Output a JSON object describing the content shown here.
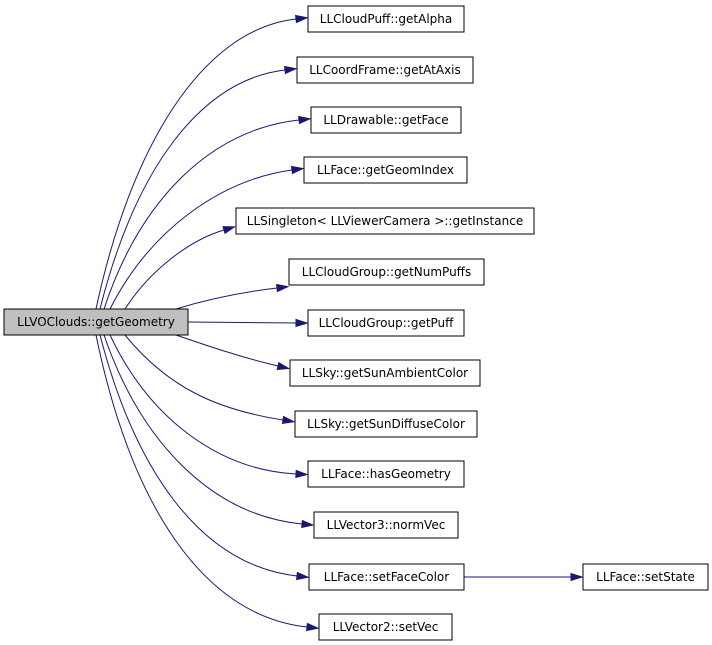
{
  "diagram": {
    "root": {
      "id": "root",
      "label": "LLVOClouds::getGeometry"
    },
    "nodes": [
      {
        "id": "n1",
        "label": "LLCloudPuff::getAlpha"
      },
      {
        "id": "n2",
        "label": "LLCoordFrame::getAtAxis"
      },
      {
        "id": "n3",
        "label": "LLDrawable::getFace"
      },
      {
        "id": "n4",
        "label": "LLFace::getGeomIndex"
      },
      {
        "id": "n5",
        "label": "LLSingleton< LLViewerCamera >::getInstance"
      },
      {
        "id": "n6",
        "label": "LLCloudGroup::getNumPuffs"
      },
      {
        "id": "n7",
        "label": "LLCloudGroup::getPuff"
      },
      {
        "id": "n8",
        "label": "LLSky::getSunAmbientColor"
      },
      {
        "id": "n9",
        "label": "LLSky::getSunDiffuseColor"
      },
      {
        "id": "n10",
        "label": "LLFace::hasGeometry"
      },
      {
        "id": "n11",
        "label": "LLVector3::normVec"
      },
      {
        "id": "n12",
        "label": "LLFace::setFaceColor"
      },
      {
        "id": "n13",
        "label": "LLVector2::setVec"
      },
      {
        "id": "n14",
        "label": "LLFace::setState"
      }
    ],
    "edges": [
      {
        "from": "root",
        "to": "n1"
      },
      {
        "from": "root",
        "to": "n2"
      },
      {
        "from": "root",
        "to": "n3"
      },
      {
        "from": "root",
        "to": "n4"
      },
      {
        "from": "root",
        "to": "n5"
      },
      {
        "from": "root",
        "to": "n6"
      },
      {
        "from": "root",
        "to": "n7"
      },
      {
        "from": "root",
        "to": "n8"
      },
      {
        "from": "root",
        "to": "n9"
      },
      {
        "from": "root",
        "to": "n10"
      },
      {
        "from": "root",
        "to": "n11"
      },
      {
        "from": "root",
        "to": "n12"
      },
      {
        "from": "root",
        "to": "n13"
      },
      {
        "from": "n12",
        "to": "n14"
      }
    ],
    "colors": {
      "edge": "#191970",
      "root_fill": "#bfbfbf",
      "node_fill": "#ffffff",
      "node_stroke": "#000000"
    }
  }
}
